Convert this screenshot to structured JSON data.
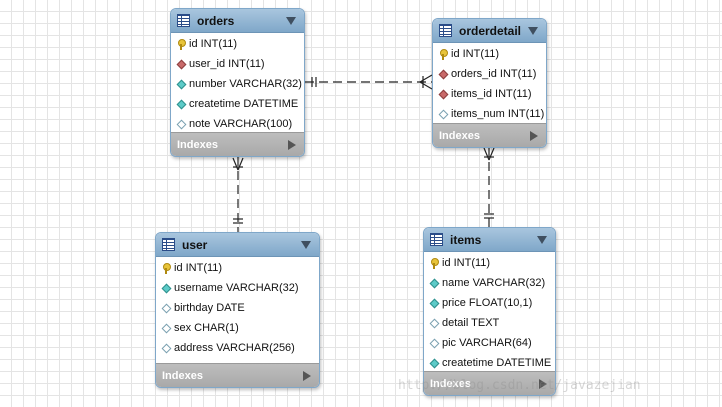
{
  "tables": {
    "orders": {
      "name": "orders",
      "columns": [
        {
          "text": "id INT(11)",
          "icon": "primary-key-icon"
        },
        {
          "text": "user_id INT(11)",
          "icon": "foreign-key-icon"
        },
        {
          "text": "number VARCHAR(32)",
          "icon": "not-null-column-icon"
        },
        {
          "text": "createtime DATETIME",
          "icon": "not-null-column-icon"
        },
        {
          "text": "note VARCHAR(100)",
          "icon": "nullable-column-icon"
        }
      ],
      "indexes_label": "Indexes"
    },
    "orderdetail": {
      "name": "orderdetail",
      "columns": [
        {
          "text": "id INT(11)",
          "icon": "primary-key-icon"
        },
        {
          "text": "orders_id INT(11)",
          "icon": "foreign-key-icon"
        },
        {
          "text": "items_id INT(11)",
          "icon": "foreign-key-icon"
        },
        {
          "text": "items_num INT(11)",
          "icon": "nullable-column-icon"
        }
      ],
      "indexes_label": "Indexes"
    },
    "user": {
      "name": "user",
      "columns": [
        {
          "text": "id INT(11)",
          "icon": "primary-key-icon"
        },
        {
          "text": "username VARCHAR(32)",
          "icon": "not-null-column-icon"
        },
        {
          "text": "birthday DATE",
          "icon": "nullable-column-icon"
        },
        {
          "text": "sex CHAR(1)",
          "icon": "nullable-column-icon"
        },
        {
          "text": "address VARCHAR(256)",
          "icon": "nullable-column-icon"
        }
      ],
      "indexes_label": "Indexes"
    },
    "items": {
      "name": "items",
      "columns": [
        {
          "text": "id INT(11)",
          "icon": "primary-key-icon"
        },
        {
          "text": "name VARCHAR(32)",
          "icon": "not-null-column-icon"
        },
        {
          "text": "price FLOAT(10,1)",
          "icon": "not-null-column-icon"
        },
        {
          "text": "detail TEXT",
          "icon": "nullable-column-icon"
        },
        {
          "text": "pic VARCHAR(64)",
          "icon": "nullable-column-icon"
        },
        {
          "text": "createtime DATETIME",
          "icon": "not-null-column-icon"
        }
      ],
      "indexes_label": "Indexes"
    }
  },
  "relationships": [
    {
      "from": "orders",
      "to": "orderdetail",
      "type": "one-to-many"
    },
    {
      "from": "user",
      "to": "orders",
      "type": "one-to-many"
    },
    {
      "from": "items",
      "to": "orderdetail",
      "type": "one-to-many"
    }
  ],
  "colors": {
    "header": "#7fa7c9",
    "indexes_bar": "#a9a9a9",
    "primary_key": "#e8c43a",
    "foreign_key": "#c96a6a",
    "not_null": "#5ccbc8"
  },
  "watermark": "http://blog.csdn.net/javazejian"
}
